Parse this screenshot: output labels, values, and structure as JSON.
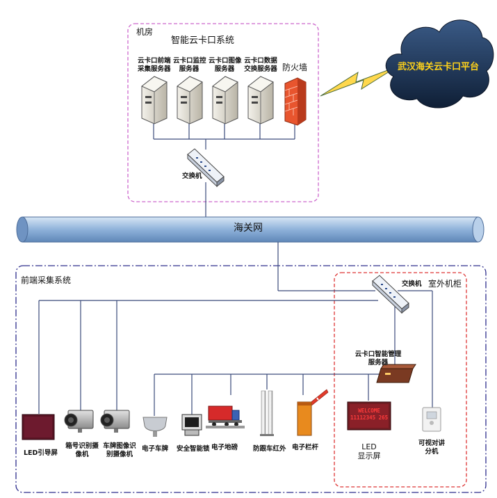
{
  "colors": {
    "pink_dash": "#cc66cc",
    "red_dash": "#dd3333",
    "navy_dash": "#2c2c8c",
    "pipe": "#7fa3cf",
    "line": "#3a4a7a",
    "cloud": "#1e3150",
    "cloud_text": "#ffd21a",
    "bolt": "#ffd84d"
  },
  "machine_room": {
    "title": "机房",
    "system_title": "智能云卡口系统",
    "servers": [
      {
        "line1": "云卡口前端",
        "line2": "采集服务器"
      },
      {
        "line1": "云卡口监控",
        "line2": "服务器"
      },
      {
        "line1": "云卡口图像",
        "line2": "服务器"
      },
      {
        "line1": "云卡口数据",
        "line2": "交换服务器"
      }
    ],
    "firewall": "防火墙",
    "switch": "交换机"
  },
  "cloud": {
    "label": "武汉海关云卡口平台"
  },
  "network": {
    "label": "海关网"
  },
  "front_end": {
    "title": "前端采集系统",
    "outdoor_cabinet": "室外机柜",
    "switch": "交换机",
    "manager": {
      "line1": "云卡口智能管理",
      "line2": "服务器"
    },
    "devices": {
      "led_guide": "LED引导屏",
      "box_camera": {
        "line1": "箱号识别摄",
        "line2": "像机"
      },
      "plate_camera": {
        "line1": "车牌图像识",
        "line2": "别摄像机"
      },
      "e_plate": "电子车牌",
      "safety": "安全智能锁",
      "scale": "电子地磅",
      "infrared": "防跟车红外",
      "barrier": "电子栏杆",
      "led_display": {
        "line1": "LED",
        "line2": "显示屏"
      },
      "intercom": {
        "line1": "可视对讲",
        "line2": "分机"
      }
    },
    "led_text": {
      "line1": "WELCOME",
      "line2": "11112345 265"
    }
  }
}
